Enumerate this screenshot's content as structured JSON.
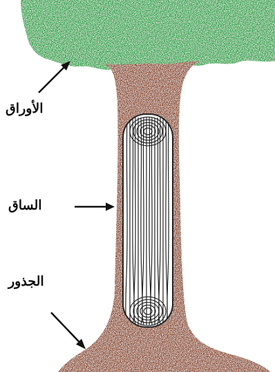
{
  "labels": {
    "leaves": "الأوراق",
    "trunk": "الساق",
    "roots": "الجذور"
  },
  "colors": {
    "leaves": "#13a13a",
    "leaves_dark": "#0b7a28",
    "trunk": "#8a3c12",
    "trunk_dark": "#5e2708",
    "bark_panel": "#ffffff",
    "bark_lines": "#222222",
    "ink": "#111111"
  }
}
